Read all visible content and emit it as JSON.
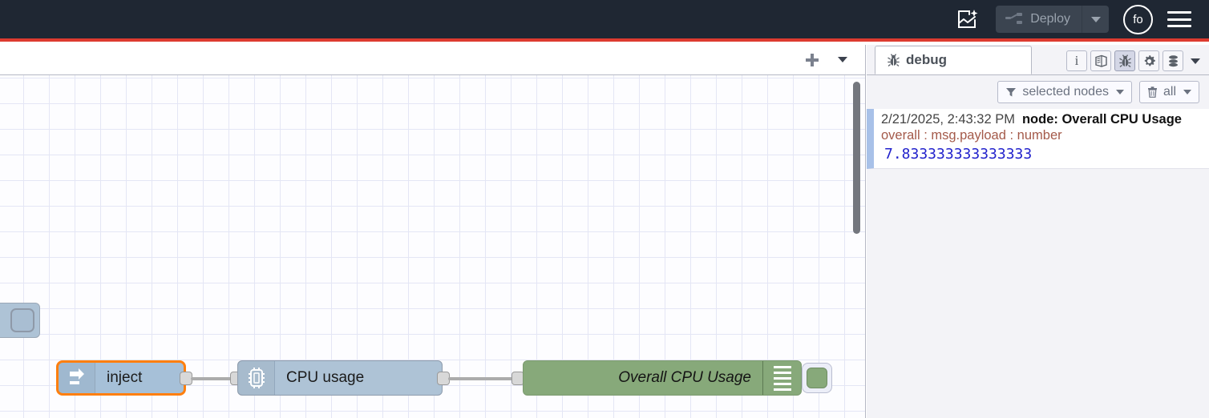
{
  "header": {
    "ai_icon": "flow-sparkle-icon",
    "deploy": {
      "label": "Deploy",
      "icon": "deploy-icon",
      "caret": "chevron-down-icon",
      "disabled": true
    },
    "avatar": {
      "initials": "fo",
      "name": "user-avatar"
    },
    "menu_icon": "hamburger-menu-icon",
    "accent_color": "#dd3b30",
    "background_color": "#1f2733"
  },
  "workspace": {
    "tabbar": {
      "add_icon": "plus-icon",
      "list_icon": "chevron-down-icon",
      "tabs": []
    },
    "canvas": {
      "grid_size": 32,
      "grid_color": "#e4e6f5",
      "scrollbar": {
        "name": "canvas-vertical-scrollbar"
      }
    },
    "nodes": [
      {
        "id": "edge-node",
        "label": "",
        "icon": "node-button-icon",
        "color": "#aec3d6",
        "selected": false
      },
      {
        "id": "inject",
        "label": "inject",
        "icon": "inject-arrow-icon",
        "color": "#a6c0d8",
        "selected": true,
        "selection_color": "#ff7f0e"
      },
      {
        "id": "cpu-usage",
        "label": "CPU usage",
        "icon": "cpu-chip-icon",
        "color": "#aec3d6",
        "selected": false
      },
      {
        "id": "overall-cpu-usage",
        "label": "Overall CPU Usage",
        "icon": "debug-lines-icon",
        "color": "#87a97a",
        "selected": false,
        "toggle": "debug-enabled-toggle"
      }
    ]
  },
  "sidebar": {
    "tab": {
      "label": "debug",
      "icon": "bug-icon"
    },
    "icon_buttons": [
      {
        "name": "info-icon",
        "glyph": "i",
        "active": false
      },
      {
        "name": "help-book-icon",
        "glyph": "book",
        "active": false
      },
      {
        "name": "debug-bug-icon",
        "glyph": "bug",
        "active": true
      },
      {
        "name": "config-gear-icon",
        "glyph": "gear",
        "active": false
      },
      {
        "name": "context-data-icon",
        "glyph": "stack",
        "active": false
      }
    ],
    "icon_caret": "chevron-down-icon",
    "filters": [
      {
        "name": "filter-nodes-dropdown",
        "icon": "filter-icon",
        "label": "selected nodes",
        "caret": "chevron-down-icon"
      },
      {
        "name": "clear-messages-dropdown",
        "icon": "trash-icon",
        "label": "all",
        "caret": "chevron-down-icon"
      }
    ],
    "messages": [
      {
        "timestamp": "2/21/2025, 2:43:32 PM",
        "node": "node: Overall CPU Usage",
        "property": "overall : msg.payload : number",
        "value": "7.833333333333333"
      }
    ]
  }
}
